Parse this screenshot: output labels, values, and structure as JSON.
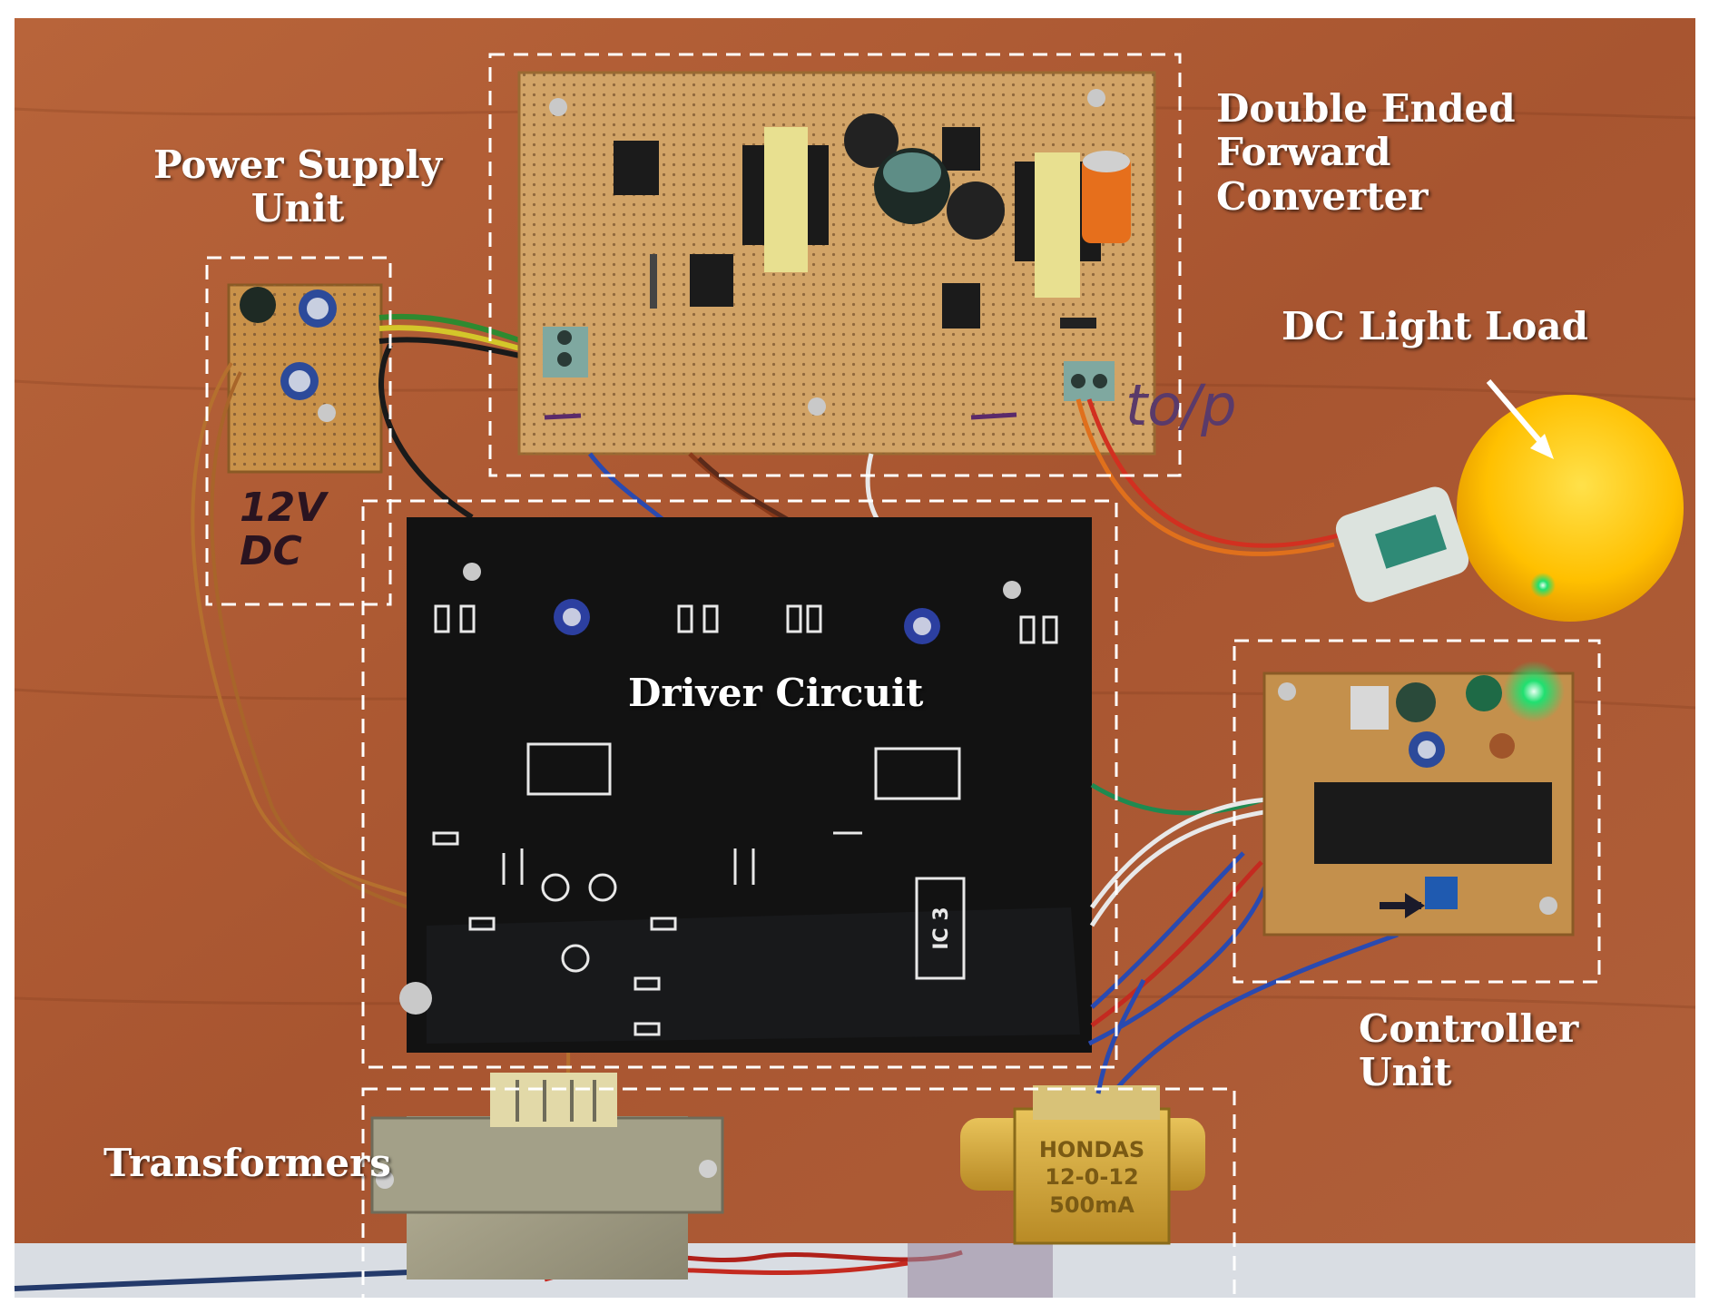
{
  "figure": {
    "labels": {
      "power_supply": [
        "Power Supply",
        "Unit"
      ],
      "double_ended": [
        "Double Ended",
        "Forward",
        "Converter"
      ],
      "dc_light": "DC Light Load",
      "driver": "Driver Circuit",
      "controller": [
        "Controller",
        "Unit"
      ],
      "transformers": "Transformers"
    },
    "handwriting": {
      "supply_voltage": [
        "12V",
        "DC"
      ],
      "output": "to/p"
    },
    "silkscreen": {
      "ic": "IC 3",
      "transformer_plate": [
        "HONDAS",
        "12-0-12",
        "500mA"
      ]
    }
  }
}
